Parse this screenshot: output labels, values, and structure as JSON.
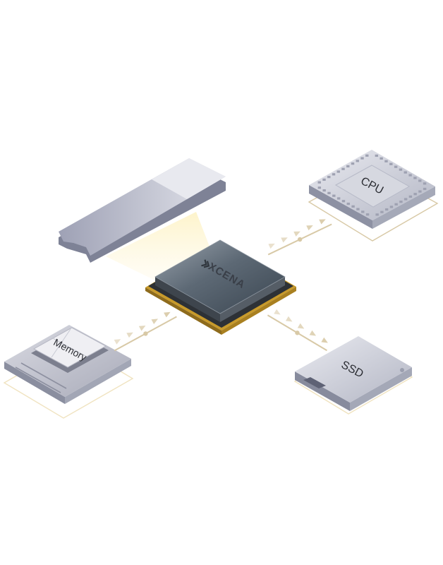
{
  "center_chip": {
    "brand": "XCENA",
    "logo_icon": "double-chevron-logo-icon"
  },
  "nodes": {
    "cpu": {
      "label": "CPU",
      "icon": "cpu-chip-icon"
    },
    "memory": {
      "label": "Memory",
      "icon": "memory-module-icon"
    },
    "ssd": {
      "label": "SSD",
      "icon": "ssd-drive-icon"
    },
    "pcie_card": {
      "icon": "pcie-card-icon"
    }
  },
  "colors": {
    "connector": "#d8c9a6",
    "chip_top": "#4c5965",
    "chip_edge_gold": "#c89a2a",
    "glow": "#fbefc0",
    "device_metal": "#c3c6d1"
  }
}
